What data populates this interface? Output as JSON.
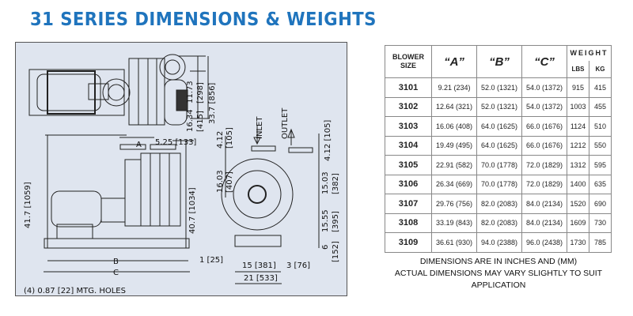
{
  "title": "31 SERIES DIMENSIONS & WEIGHTS",
  "drawing": {
    "labels": {
      "top_a": "11.73",
      "top_a_mm": "[298]",
      "top_b": "16.34",
      "top_b_mm": "[415]",
      "top_c": "33.7 [856]",
      "inlet": "INLET",
      "outlet": "OUTLET",
      "a": "A",
      "a_off": "5.25 [133]",
      "h_total": "41.7 [1059]",
      "h_flange": "40.7 [1034]",
      "b": "B",
      "c": "C",
      "edge": "1 [25]",
      "holes": "(4) 0.87 [22] MTG. HOLES",
      "f1": "4.12",
      "f1_mm": "[105]",
      "f2": "16.03",
      "f2_mm": "[407]",
      "r1": "4.12 [105]",
      "r2": "15.03",
      "r2_mm": "[382]",
      "r3": "15.55",
      "r3_mm": "[395]",
      "r4": "6",
      "r4_mm": "[152]",
      "base1": "15 [381]",
      "base2": "3 [76]",
      "base3": "21 [533]"
    }
  },
  "table": {
    "headers": {
      "size": [
        "BLOWER",
        "SIZE"
      ],
      "a": "“A”",
      "b": "“B”",
      "c": "“C”",
      "weight": "WEIGHT",
      "lbs": "LBS",
      "kg": "KG"
    },
    "rows": [
      {
        "size": "3101",
        "a": "9.21 (234)",
        "b": "52.0 (1321)",
        "c": "54.0 (1372)",
        "lbs": "915",
        "kg": "415"
      },
      {
        "size": "3102",
        "a": "12.64 (321)",
        "b": "52.0 (1321)",
        "c": "54.0 (1372)",
        "lbs": "1003",
        "kg": "455"
      },
      {
        "size": "3103",
        "a": "16.06 (408)",
        "b": "64.0 (1625)",
        "c": "66.0 (1676)",
        "lbs": "1124",
        "kg": "510"
      },
      {
        "size": "3104",
        "a": "19.49 (495)",
        "b": "64.0 (1625)",
        "c": "66.0 (1676)",
        "lbs": "1212",
        "kg": "550"
      },
      {
        "size": "3105",
        "a": "22.91 (582)",
        "b": "70.0 (1778)",
        "c": "72.0 (1829)",
        "lbs": "1312",
        "kg": "595"
      },
      {
        "size": "3106",
        "a": "26.34 (669)",
        "b": "70.0 (1778)",
        "c": "72.0 (1829)",
        "lbs": "1400",
        "kg": "635"
      },
      {
        "size": "3107",
        "a": "29.76 (756)",
        "b": "82.0 (2083)",
        "c": "84.0 (2134)",
        "lbs": "1520",
        "kg": "690"
      },
      {
        "size": "3108",
        "a": "33.19 (843)",
        "b": "82.0 (2083)",
        "c": "84.0 (2134)",
        "lbs": "1609",
        "kg": "730"
      },
      {
        "size": "3109",
        "a": "36.61 (930)",
        "b": "94.0 (2388)",
        "c": "96.0 (2438)",
        "lbs": "1730",
        "kg": "785"
      }
    ]
  },
  "notes": [
    "DIMENSIONS ARE IN INCHES AND (MM)",
    "ACTUAL DIMENSIONS MAY VARY SLIGHTLY TO SUIT APPLICATION"
  ]
}
